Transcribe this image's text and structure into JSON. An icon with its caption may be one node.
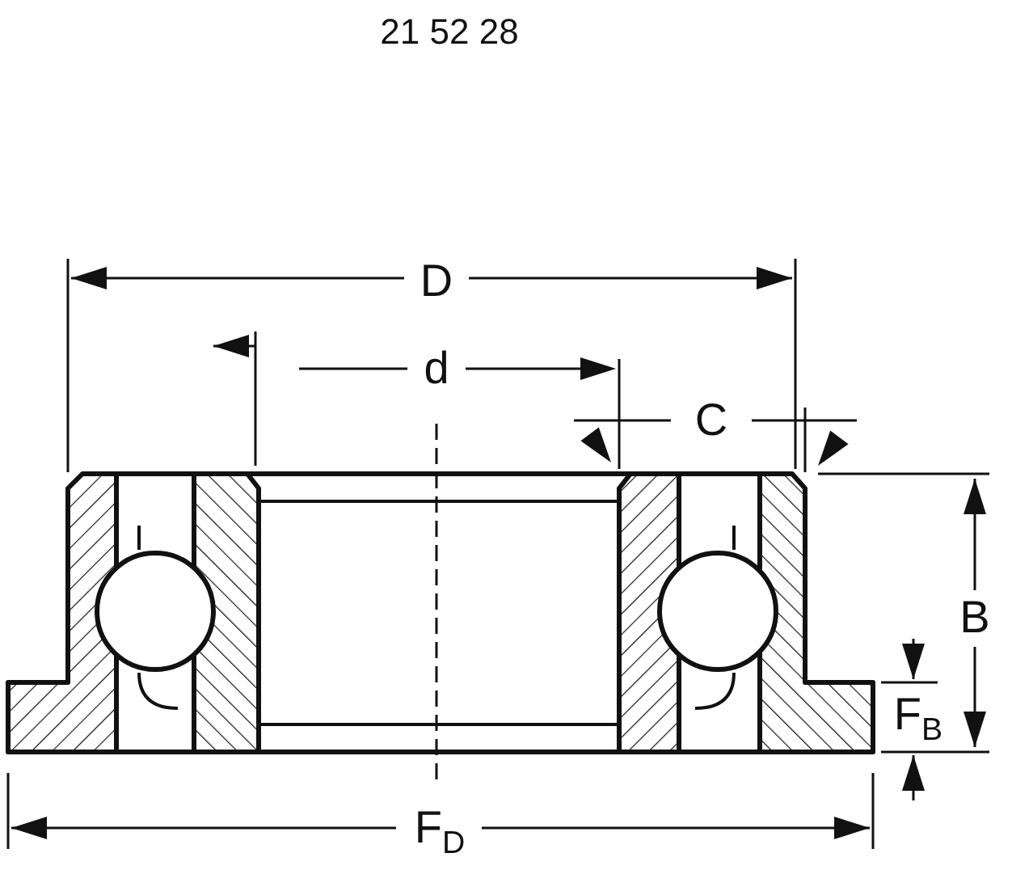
{
  "diagram": {
    "labels": [
      "21 52 28",
      "D",
      "d",
      "C",
      "B",
      "F$_{B}$",
      "F$_{D}$"
    ]
  }
}
